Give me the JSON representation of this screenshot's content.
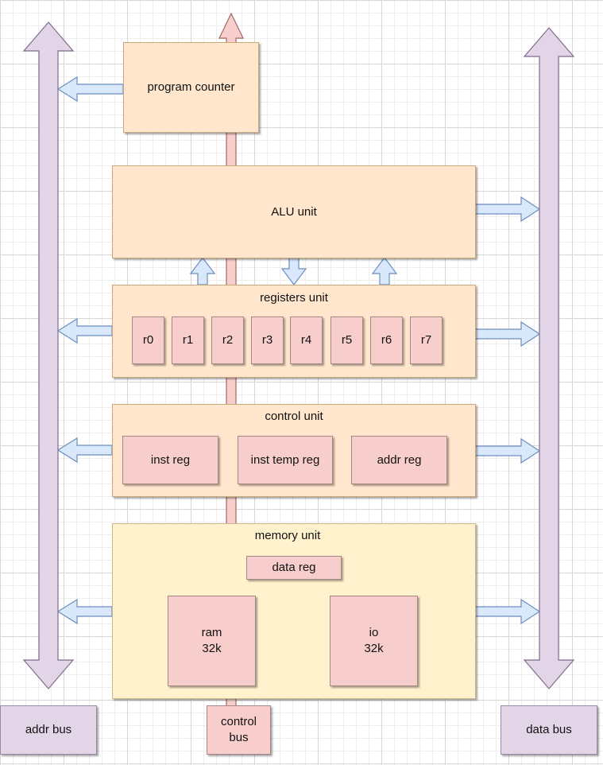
{
  "diagram": {
    "program_counter": "program counter",
    "alu": "ALU unit",
    "registers": {
      "title": "registers unit",
      "items": [
        "r0",
        "r1",
        "r2",
        "r3",
        "r4",
        "r5",
        "r6",
        "r7"
      ]
    },
    "control": {
      "title": "control unit",
      "inst_reg": "inst reg",
      "inst_temp_reg": "inst temp reg",
      "addr_reg": "addr reg"
    },
    "memory": {
      "title": "memory unit",
      "data_reg": "data reg",
      "ram": "ram\n32k",
      "io": "io\n32k"
    },
    "buses": {
      "addr": "addr bus",
      "control": "control\nbus",
      "data": "data bus"
    }
  },
  "colors": {
    "peach_fill": "#ffe6cc",
    "yellow_fill": "#fff2cc",
    "pink_fill": "#f8cecc",
    "lavender_fill": "#e1d5e7",
    "blue_arrow_fill": "#dae8fc"
  }
}
